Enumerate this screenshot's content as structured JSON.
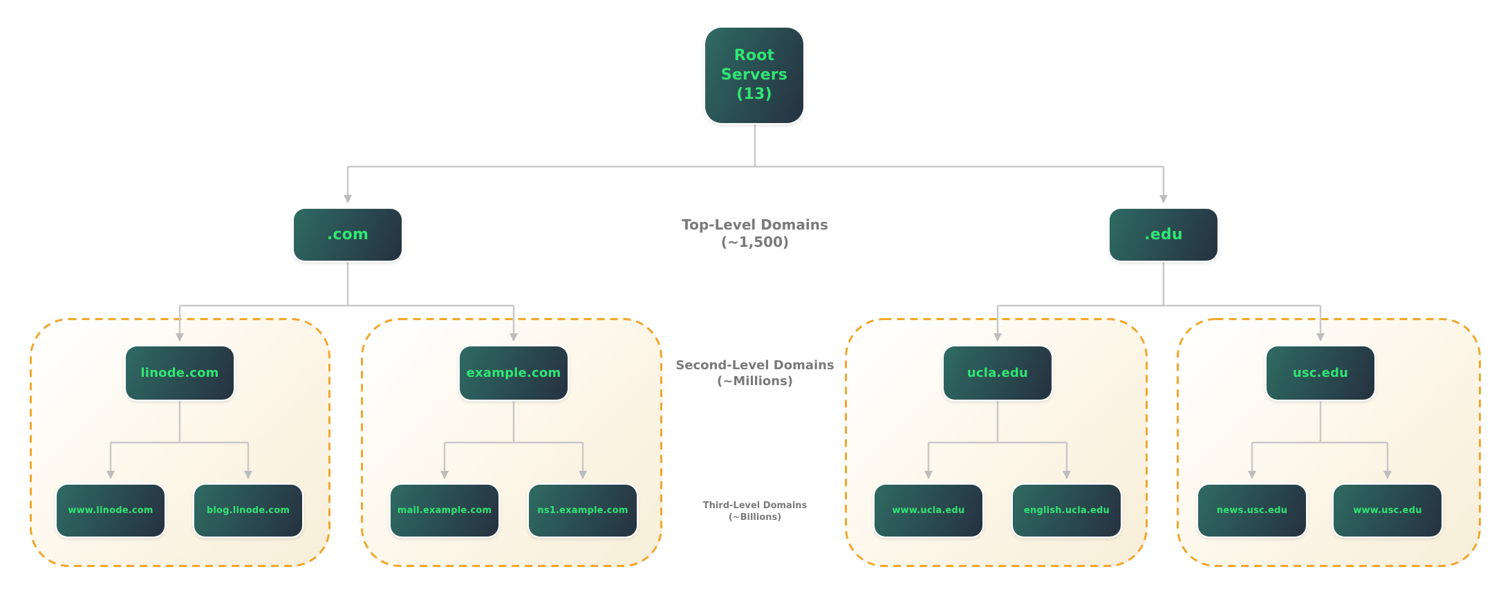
{
  "diagram": {
    "title_semantic": "DNS domain hierarchy",
    "root": {
      "label": "Root\nServers\n(13)"
    },
    "tlds": [
      {
        "label": ".com"
      },
      {
        "label": ".edu"
      }
    ],
    "groups": [
      {
        "parent": "linode.com",
        "children": [
          "www.linode.com",
          "blog.linode.com"
        ]
      },
      {
        "parent": "example.com",
        "children": [
          "mail.example.com",
          "ns1.example.com"
        ]
      },
      {
        "parent": "ucla.edu",
        "children": [
          "www.ucla.edu",
          "english.ucla.edu"
        ]
      },
      {
        "parent": "usc.edu",
        "children": [
          "news.usc.edu",
          "www.usc.edu"
        ]
      }
    ],
    "level_labels": [
      {
        "title": "Top-Level Domains",
        "count": "(~1,500)"
      },
      {
        "title": "Second-Level Domains",
        "count": "(~Millions)"
      },
      {
        "title": "Third-Level Domains",
        "count": "(~Billions)"
      }
    ],
    "colors": {
      "node_text": "#31e573",
      "node_gradient_start": "#2f6b63",
      "node_gradient_end": "#263140",
      "connector_line": "#c9c9c9",
      "arrowhead": "#bdbdbd",
      "group_border": "#f0a62e",
      "group_bg_start": "#ffffff",
      "group_bg_end": "#f8eed8",
      "level_label_text": "#7a7a7a",
      "page_bg": "#ffffff"
    }
  }
}
